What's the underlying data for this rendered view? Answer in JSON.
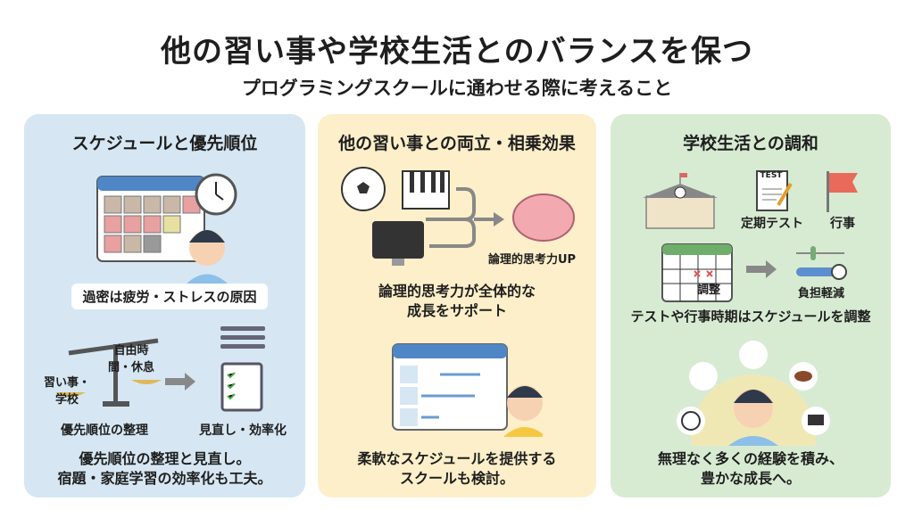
{
  "header": {
    "title": "他の習い事や学校生活とのバランスを保つ",
    "subtitle": "プログラミングスクールに通わせる際に考えること"
  },
  "panels": [
    {
      "title": "スケジュールと優先順位",
      "callout": "過密は疲労・ストレスの原因",
      "scale_left": "習い事・学校",
      "scale_right": "自由時間・休息",
      "label_left": "優先順位の整理",
      "label_right": "見直し・効率化",
      "body": [
        "優先順位の整理と見直し。",
        "宿題・家庭学習の効率化も工夫。"
      ]
    },
    {
      "title": "他の習い事との両立・相乗効果",
      "brain_label": "論理的思考力UP",
      "mid_text": [
        "論理的思考力が全体的な",
        "成長をサポート"
      ],
      "body": [
        "柔軟なスケジュールを提供する",
        "スクールも検討。"
      ]
    },
    {
      "title": "学校生活との調和",
      "test_icon_text": "TEST",
      "label_test": "定期テスト",
      "label_event": "行事",
      "calendar_label": "調整",
      "label_slider": "負担軽減",
      "mid_text": "テストや行事時期はスケジュールを調整",
      "body": [
        "無理なく多くの経験を積み、",
        "豊かな成長へ。"
      ]
    }
  ],
  "colors": {
    "blue": "#d6e7f3",
    "yellow": "#fcefc9",
    "green": "#d7ebd2",
    "calendar_blue": "#4f86c6",
    "calendar_green": "#6fae6a"
  }
}
